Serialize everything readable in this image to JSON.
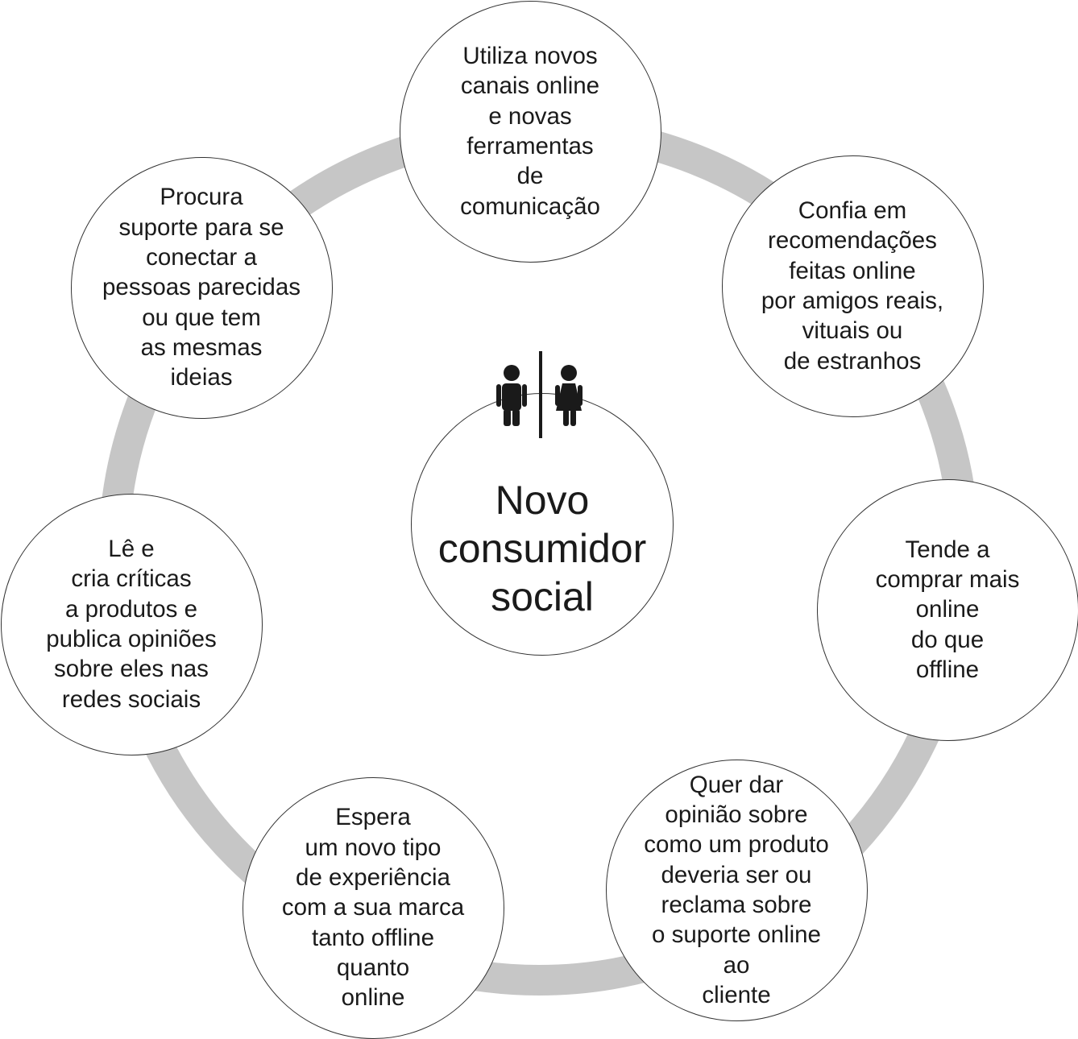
{
  "diagram": {
    "center": {
      "label": "Novo\nconsumidor\nsocial",
      "icon": "man-woman-restroom-icon"
    },
    "nodes": [
      {
        "id": "novos-canais",
        "text": "Utiliza novos\ncanais online\ne novas\nferramentas\nde\ncomunicação"
      },
      {
        "id": "confia-recomendacoes",
        "text": "Confia em\nrecomendações\nfeitas online\npor amigos reais,\nvituais ou\nde estranhos"
      },
      {
        "id": "comprar-online",
        "text": "Tende a\ncomprar mais\nonline\ndo que\noffline"
      },
      {
        "id": "dar-opiniao",
        "text": "Quer dar\nopinião sobre\ncomo um produto\ndeveria ser ou\nreclama sobre\no suporte online\nao\ncliente"
      },
      {
        "id": "nova-experiencia",
        "text": "Espera\num novo tipo\nde experiência\ncom a sua marca\ntanto offline\nquanto\nonline"
      },
      {
        "id": "criticas-produtos",
        "text": "Lê e\ncria críticas\na produtos e\npublica opiniões\nsobre eles nas\nredes sociais"
      },
      {
        "id": "suporte-conectar",
        "text": "Procura\nsuporte para se\nconectar a\npessoas parecidas\nou que tem\nas mesmas\nideias"
      }
    ],
    "colors": {
      "ring": "#c6c6c6",
      "circle_border": "#333333",
      "text": "#1a1a1a",
      "icon": "#1a1a1a"
    }
  }
}
